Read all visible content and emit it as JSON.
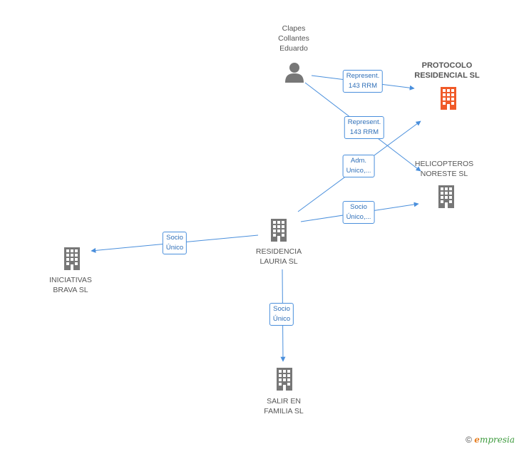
{
  "nodes": {
    "clapes": {
      "type": "person",
      "lines": [
        "Clapes",
        "Collantes",
        "Eduardo"
      ]
    },
    "protocolo": {
      "type": "company-highlight",
      "lines": [
        "PROTOCOLO",
        "RESIDENCIAL SL"
      ]
    },
    "helicopteros": {
      "type": "company",
      "lines": [
        "HELICOPTEROS",
        "NORESTE SL"
      ]
    },
    "residencia": {
      "type": "company",
      "lines": [
        "RESIDENCIA",
        "LAURIA SL"
      ]
    },
    "iniciativas": {
      "type": "company",
      "lines": [
        "INICIATIVAS",
        "BRAVA SL"
      ]
    },
    "salir": {
      "type": "company",
      "lines": [
        "SALIR EN",
        "FAMILIA  SL"
      ]
    }
  },
  "edges": {
    "clapes_protocolo": {
      "lines": [
        "Represent.",
        "143 RRM"
      ]
    },
    "clapes_helicopteros": {
      "lines": [
        "Represent.",
        "143 RRM"
      ]
    },
    "residencia_protocolo": {
      "lines": [
        "Adm.",
        "Unico,..."
      ]
    },
    "residencia_helicopteros": {
      "lines": [
        "Socio",
        "Único,..."
      ]
    },
    "residencia_iniciativas": {
      "lines": [
        "Socio",
        "Único"
      ]
    },
    "residencia_salir": {
      "lines": [
        "Socio",
        "Único"
      ]
    }
  },
  "colors": {
    "edge": "#4a8fdc",
    "icon": "#777777",
    "highlight": "#f05a28"
  },
  "footer": {
    "copyright": "©",
    "brand_e": "e",
    "brand_rest": "mpresia"
  }
}
